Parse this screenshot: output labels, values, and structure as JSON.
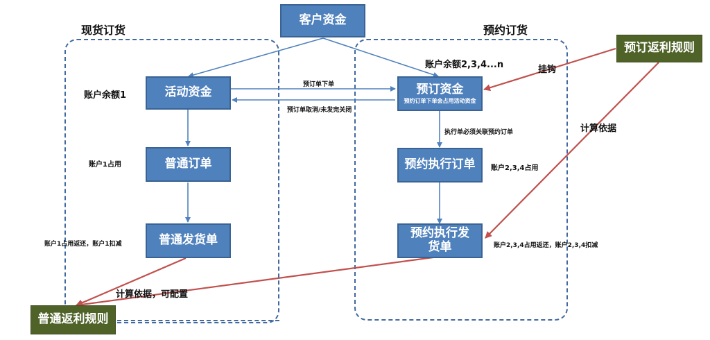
{
  "regions": {
    "spot": {
      "title": "现货订货"
    },
    "reserve": {
      "title": "预约订货"
    }
  },
  "nodes": {
    "customer_funds": {
      "label": "客户资金"
    },
    "activity_funds": {
      "label": "活动资金"
    },
    "normal_order": {
      "label": "普通订单"
    },
    "normal_delivery": {
      "label": "普通发货单"
    },
    "reserve_funds": {
      "label": "预订资金",
      "sublabel": "预约订单下单会占用活动资金"
    },
    "reserve_exec_order": {
      "label": "预约执行订单"
    },
    "reserve_exec_delivery": {
      "label": "预约执行发货单"
    },
    "reserve_rebate_rule": {
      "label": "预订返利规则"
    },
    "normal_rebate_rule": {
      "label": "普通返利规则"
    }
  },
  "labels": {
    "account_balance_1": "账户余额1",
    "account_balance_n": "账户余额2,3,4...n",
    "account_1_occupied": "账户1占用",
    "account_1_return_deduct": "账户1占用返还，账户1扣减",
    "reserve_order_place": "预订单下单",
    "reserve_order_cancel": "预订单取消/未发完关闭",
    "exec_must_link": "执行单必须关联预约订单",
    "account_234_occupied": "账户2,3,4占用",
    "account_234_return_deduct": "账户2,3,4占用返还，账户2,3,4扣减",
    "hook": "挂钩",
    "calc_basis": "计算依据",
    "calc_basis_configurable": "计算依据，可配置"
  },
  "colors": {
    "node_blue": "#4f81bd",
    "node_green": "#4f6228",
    "flow_line": "#4f81bd",
    "rebate_line": "#c0504d",
    "region_border": "#41699e"
  }
}
